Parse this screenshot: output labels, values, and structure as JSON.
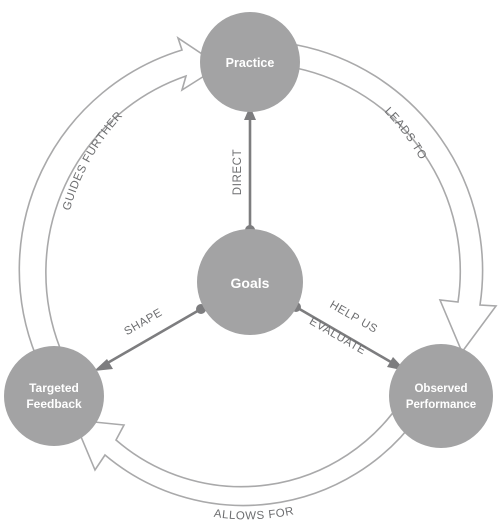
{
  "nodes": {
    "practice": "Practice",
    "goals": "Goals",
    "targeted_line1": "Targeted",
    "targeted_line2": "Feedback",
    "observed_line1": "Observed",
    "observed_line2": "Performance"
  },
  "labels": {
    "guides_further": "GUIDES FURTHER",
    "leads_to": "LEADS TO",
    "allows_for": "ALLOWS FOR",
    "direct": "DIRECT",
    "shape": "SHAPE",
    "help_us": "HELP US",
    "evaluate": "EVALUATE"
  },
  "colors": {
    "node_fill": "#a3a3a4",
    "spoke": "#7d7d7f",
    "ring_outline": "#a9a9aa",
    "label_text": "#6d6e70"
  }
}
